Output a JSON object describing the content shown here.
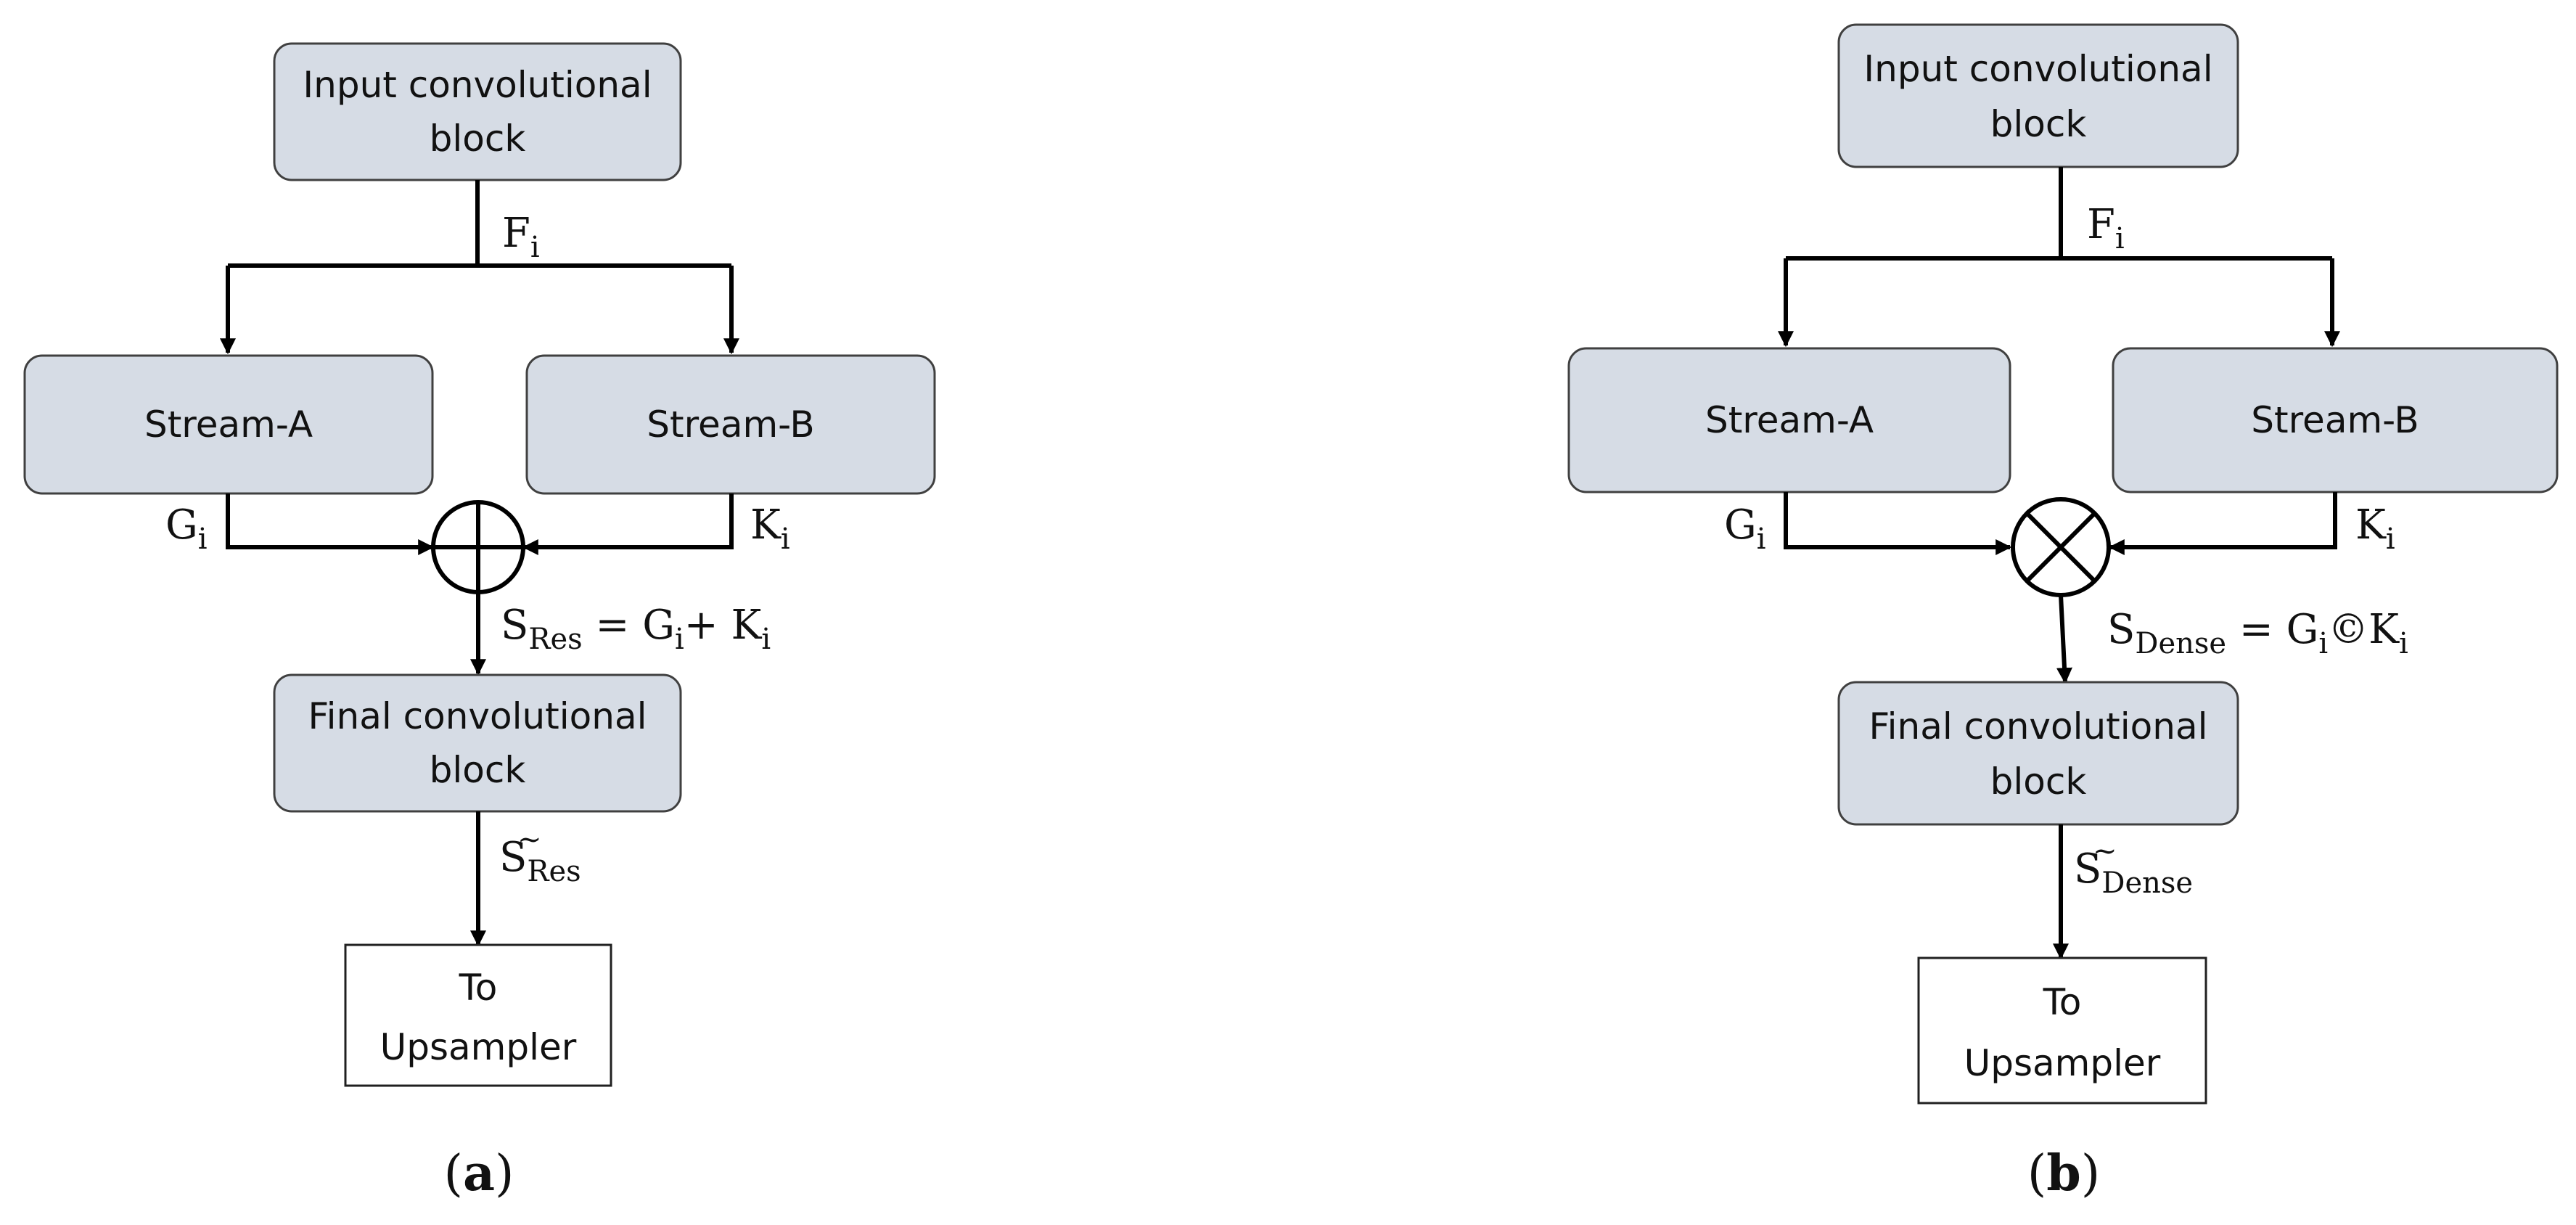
{
  "panel_a": {
    "input_block": [
      "Input convolutional",
      "block"
    ],
    "stream_a": "Stream-A",
    "stream_b": "Stream-B",
    "final_block": [
      "Final convolutional",
      "block"
    ],
    "output_block": [
      "To",
      "Upsampler"
    ],
    "operator_symbol": "circle-plus-icon",
    "label_f": {
      "base": "F",
      "sub": "i"
    },
    "label_g": {
      "base": "G",
      "sub": "i"
    },
    "label_k": {
      "base": "K",
      "sub": "i"
    },
    "fusion_eq": {
      "lhs": "S",
      "lhs_sub": "Res",
      "eq": " = ",
      "g": "G",
      "g_sub": "i",
      "op": "+ ",
      "k": "K",
      "k_sub": "i"
    },
    "output_label": {
      "base": "S",
      "sub": "Res",
      "accent": "~"
    },
    "caption": {
      "open": "(",
      "letter": "a",
      "close": ")"
    }
  },
  "panel_b": {
    "input_block": [
      "Input convolutional",
      "block"
    ],
    "stream_a": "Stream-A",
    "stream_b": "Stream-B",
    "final_block": [
      "Final convolutional",
      "block"
    ],
    "output_block": [
      "To",
      "Upsampler"
    ],
    "operator_symbol": "circle-times-icon",
    "label_f": {
      "base": "F",
      "sub": "i"
    },
    "label_g": {
      "base": "G",
      "sub": "i"
    },
    "label_k": {
      "base": "K",
      "sub": "i"
    },
    "fusion_eq": {
      "lhs": "S",
      "lhs_sub": "Dense",
      "eq": " = ",
      "g": "G",
      "g_sub": "i",
      "op": "©",
      "k": "K",
      "k_sub": "i"
    },
    "output_label": {
      "base": "S",
      "sub": "Dense",
      "accent": "~"
    },
    "caption": {
      "open": "(",
      "letter": "b",
      "close": ")"
    }
  }
}
